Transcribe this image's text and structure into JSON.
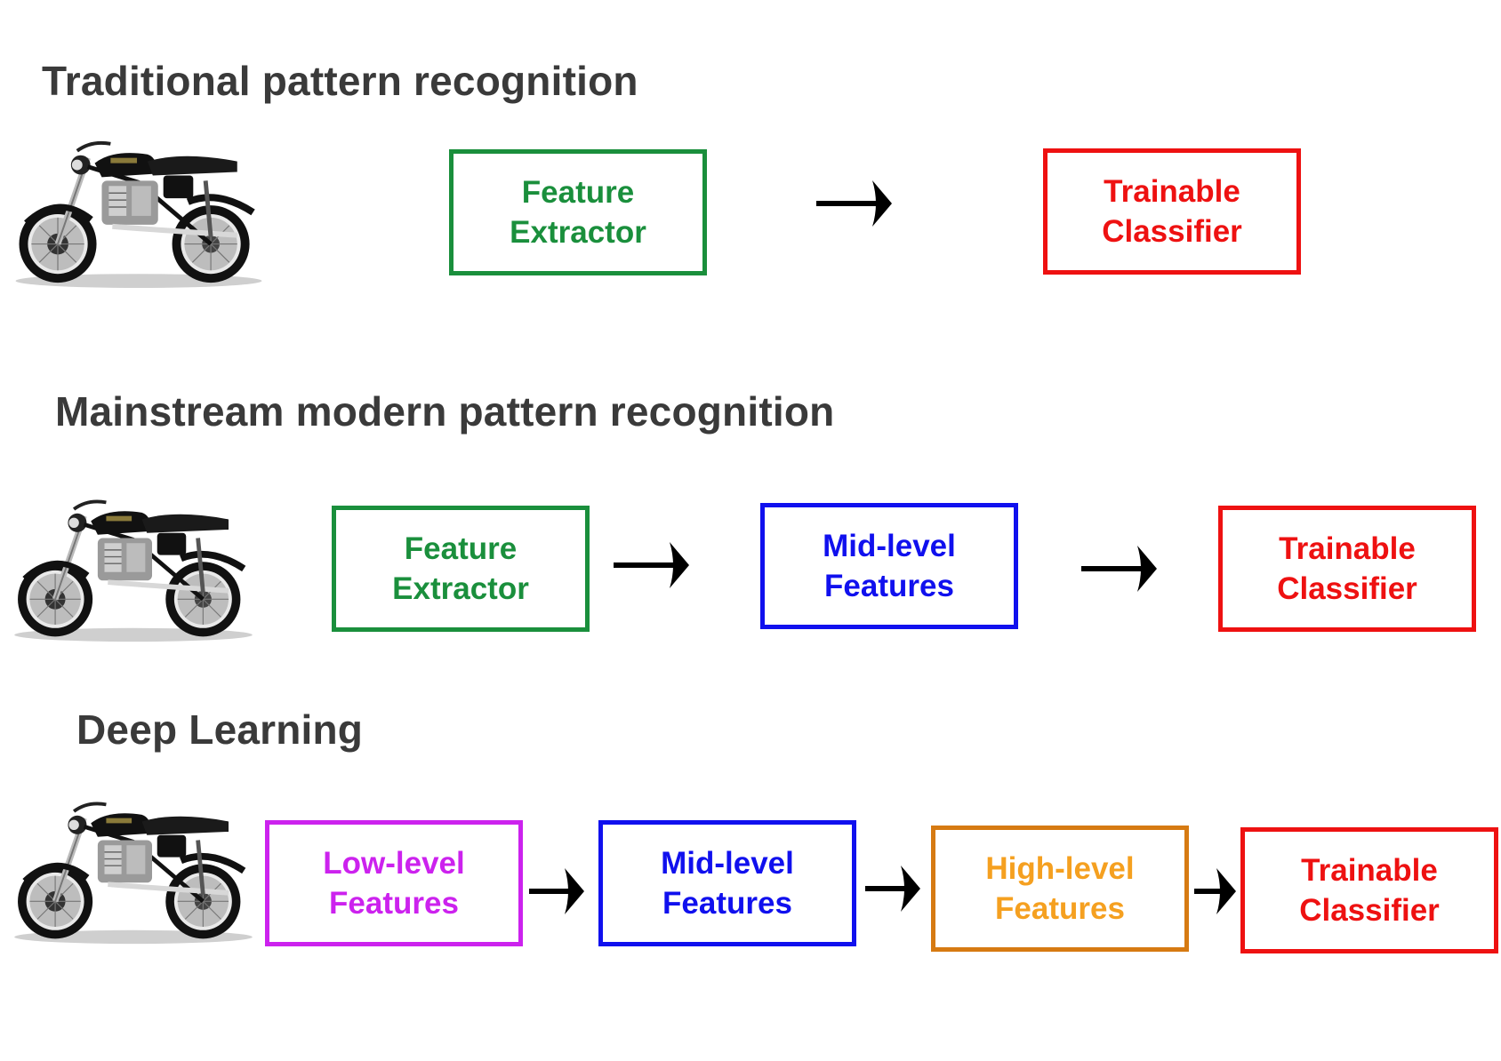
{
  "colors": {
    "heading": "#3a3a3a",
    "feature": "#1a8f3c",
    "mid": "#1010ee",
    "classifier": "#ee1111",
    "low": "#cc22ee",
    "high": "#d67a12",
    "high_text": "#f5a020",
    "arrow": "#000000"
  },
  "rows": [
    {
      "title": "Traditional pattern recognition",
      "image": "motorcycle",
      "boxes": [
        {
          "line1": "Feature",
          "line2": "Extractor"
        },
        {
          "line1": "Trainable",
          "line2": "Classifier"
        }
      ]
    },
    {
      "title": "Mainstream modern pattern recognition",
      "image": "motorcycle",
      "boxes": [
        {
          "line1": "Feature",
          "line2": "Extractor"
        },
        {
          "line1": "Mid-level",
          "line2": "Features"
        },
        {
          "line1": "Trainable",
          "line2": "Classifier"
        }
      ]
    },
    {
      "title": "Deep Learning",
      "image": "motorcycle",
      "boxes": [
        {
          "line1": "Low-level",
          "line2": "Features"
        },
        {
          "line1": "Mid-level",
          "line2": "Features"
        },
        {
          "line1": "High-level",
          "line2": "Features"
        },
        {
          "line1": "Trainable",
          "line2": "Classifier"
        }
      ]
    }
  ]
}
